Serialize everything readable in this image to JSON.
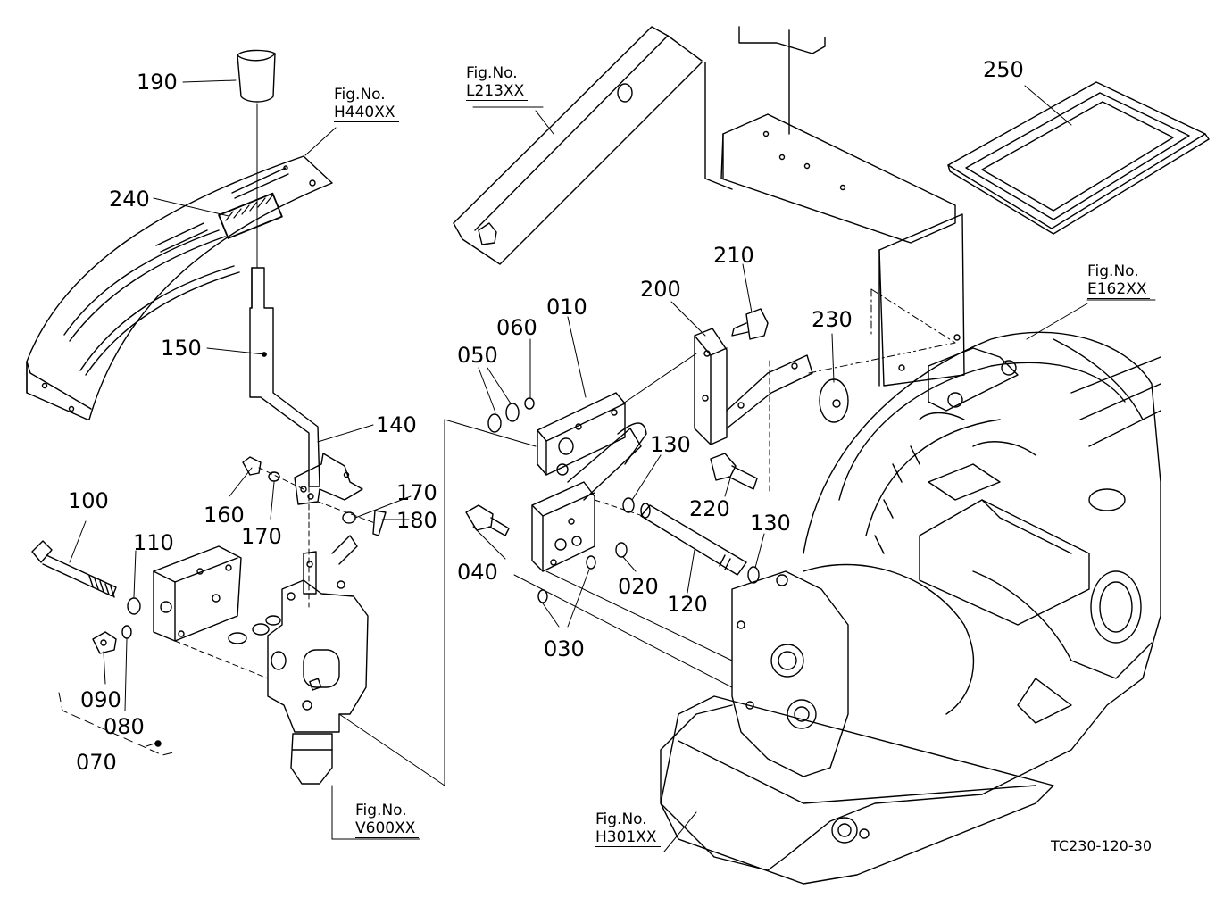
{
  "diagram": {
    "drawing_code": "TC230-120-30",
    "figure_refs": [
      {
        "id": "h440",
        "prefix": "Fig.No.",
        "code": "H440XX"
      },
      {
        "id": "l213",
        "prefix": "Fig.No.",
        "code": "L213XX"
      },
      {
        "id": "e162",
        "prefix": "Fig.No.",
        "code": "E162XX"
      },
      {
        "id": "v600",
        "prefix": "Fig.No.",
        "code": "V600XX"
      },
      {
        "id": "h301",
        "prefix": "Fig.No.",
        "code": "H301XX"
      }
    ],
    "part_labels": {
      "p190": "190",
      "p240": "240",
      "p150": "150",
      "p140": "140",
      "p160": "160",
      "p170a": "170",
      "p170b": "170",
      "p180": "180",
      "p100": "100",
      "p110": "110",
      "p090": "090",
      "p080": "080",
      "p070": "070",
      "p250": "250",
      "p210": "210",
      "p200": "200",
      "p230": "230",
      "p010": "010",
      "p060": "060",
      "p050": "050",
      "p130a": "130",
      "p220": "220",
      "p130b": "130",
      "p040": "040",
      "p020": "020",
      "p120": "120",
      "p030": "030"
    }
  }
}
